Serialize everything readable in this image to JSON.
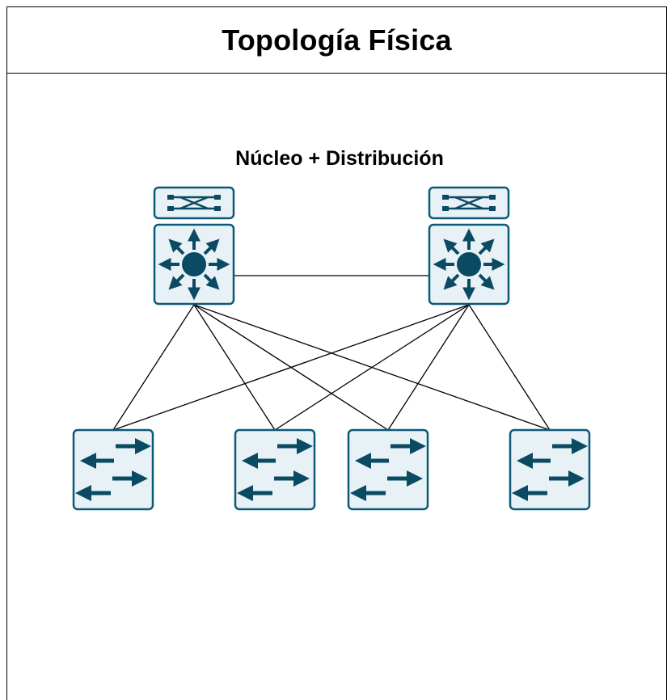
{
  "title": "Topología Física",
  "group_label": "Núcleo + Distribución",
  "colors": {
    "device_fill": "#e8f1f6",
    "device_stroke": "#0a5a78",
    "icon_color": "#0a4a63",
    "link": "#000000"
  },
  "nodes": {
    "core": [
      {
        "id": "core-left",
        "type": "multilayer-switch",
        "icon": "multilayer-switch-icon",
        "module_icon": "switch-module-icon"
      },
      {
        "id": "core-right",
        "type": "multilayer-switch",
        "icon": "multilayer-switch-icon",
        "module_icon": "switch-module-icon"
      }
    ],
    "access": [
      {
        "id": "access-1",
        "type": "workgroup-switch",
        "icon": "workgroup-switch-icon"
      },
      {
        "id": "access-2",
        "type": "workgroup-switch",
        "icon": "workgroup-switch-icon"
      },
      {
        "id": "access-3",
        "type": "workgroup-switch",
        "icon": "workgroup-switch-icon"
      },
      {
        "id": "access-4",
        "type": "workgroup-switch",
        "icon": "workgroup-switch-icon"
      }
    ]
  },
  "links": [
    [
      "core-left",
      "core-right"
    ],
    [
      "core-left",
      "access-1"
    ],
    [
      "core-left",
      "access-2"
    ],
    [
      "core-left",
      "access-3"
    ],
    [
      "core-left",
      "access-4"
    ],
    [
      "core-right",
      "access-1"
    ],
    [
      "core-right",
      "access-2"
    ],
    [
      "core-right",
      "access-3"
    ],
    [
      "core-right",
      "access-4"
    ]
  ]
}
